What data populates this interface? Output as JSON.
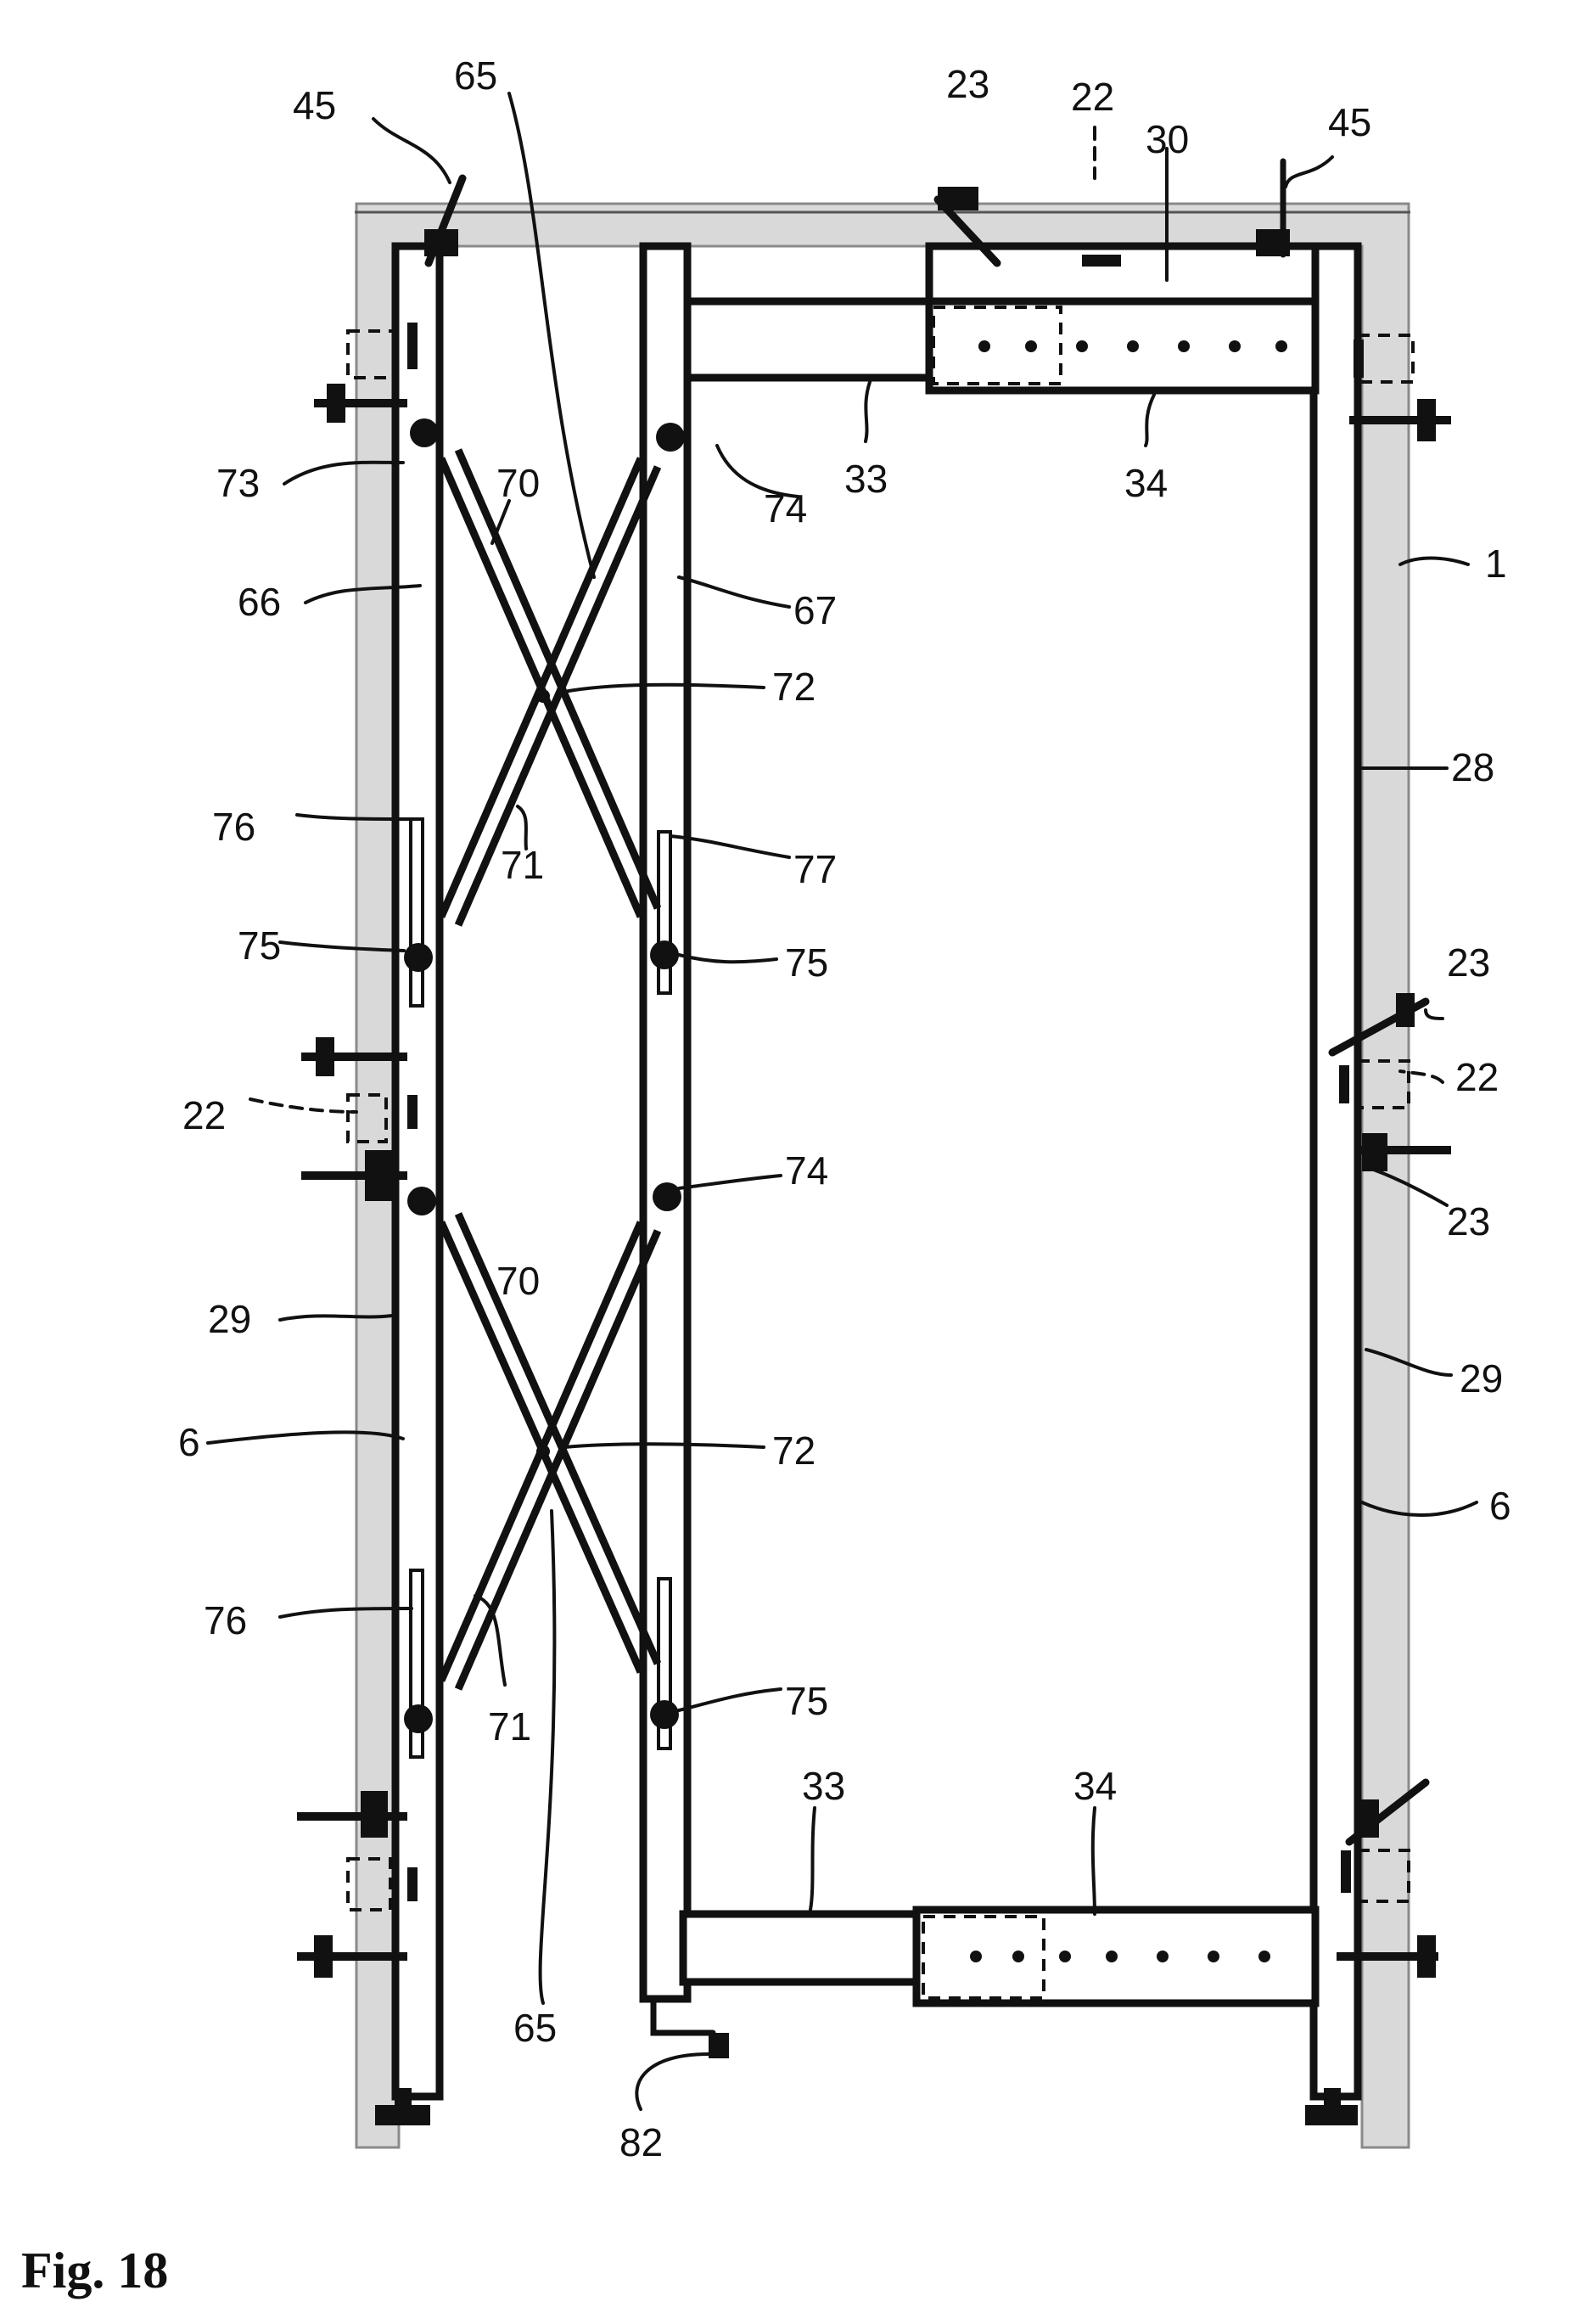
{
  "figure": {
    "caption": "Fig. 18",
    "labels": {
      "l45a": "45",
      "l65a": "65",
      "l23a": "23",
      "l22a": "22",
      "l30": "30",
      "l45b": "45",
      "l73": "73",
      "l70a": "70",
      "l74a": "74",
      "l33a": "33",
      "l34a": "34",
      "l1": "1",
      "l66": "66",
      "l67": "67",
      "l72a": "72",
      "l28": "28",
      "l76a": "76",
      "l71a": "71",
      "l77": "77",
      "l75a": "75",
      "l75b": "75",
      "l23b": "23",
      "l22b": "22",
      "l22c": "22",
      "l74b": "74",
      "l23c": "23",
      "l70b": "70",
      "l29a": "29",
      "l29b": "29",
      "l6a": "6",
      "l72b": "72",
      "l6b": "6",
      "l76b": "76",
      "l71b": "71",
      "l75c": "75",
      "l33b": "33",
      "l34b": "34",
      "l65b": "65",
      "l82": "82"
    }
  }
}
